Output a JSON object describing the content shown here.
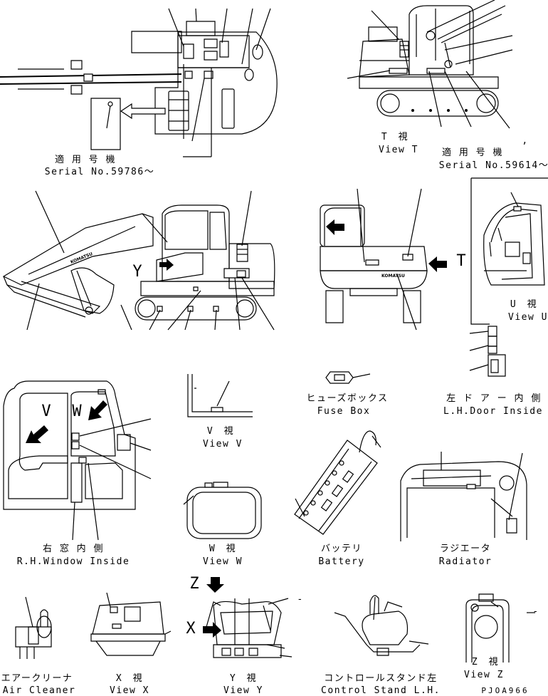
{
  "views": {
    "serial_a": {
      "jp": "適 用 号 機",
      "en": "Serial No.59786～"
    },
    "view_t": {
      "jp": "T　視",
      "en": "View T"
    },
    "serial_b": {
      "jp": "適 用 号 機",
      "en": "Serial No.59614～",
      "mark": ","
    },
    "view_u": {
      "jp": "U　視",
      "en": "View U"
    },
    "fuse_box": {
      "jp": "ヒューズボックス",
      "en": "Fuse Box"
    },
    "lh_door": {
      "jp": "左 ド ア ー 内 側",
      "en": "L.H.Door Inside"
    },
    "view_v": {
      "jp": "V　視",
      "en": "View V"
    },
    "rh_window": {
      "jp": "右 窓 内 側",
      "en": "R.H.Window Inside"
    },
    "view_w": {
      "jp": "W　視",
      "en": "View W"
    },
    "battery": {
      "jp": "バッテリ",
      "en": "Battery"
    },
    "radiator": {
      "jp": "ラジエータ",
      "en": "Radiator"
    },
    "air_cleaner": {
      "jp": "エアークリーナ",
      "en": "Air Cleaner"
    },
    "view_x": {
      "jp": "X　視",
      "en": "View X"
    },
    "view_y": {
      "jp": "Y　視",
      "en": "View Y"
    },
    "control_stand": {
      "jp": "コントロールスタンド左",
      "en": "Control Stand L.H."
    },
    "view_z": {
      "jp": "Z　視",
      "en": "View Z"
    }
  },
  "view_letters": {
    "y": "Y",
    "t": "T",
    "v": "V",
    "w": "W",
    "z": "Z",
    "x": "X"
  },
  "brand_text": "KOMATSU",
  "dash_mark": "-",
  "drawing_code": "PJOA966"
}
